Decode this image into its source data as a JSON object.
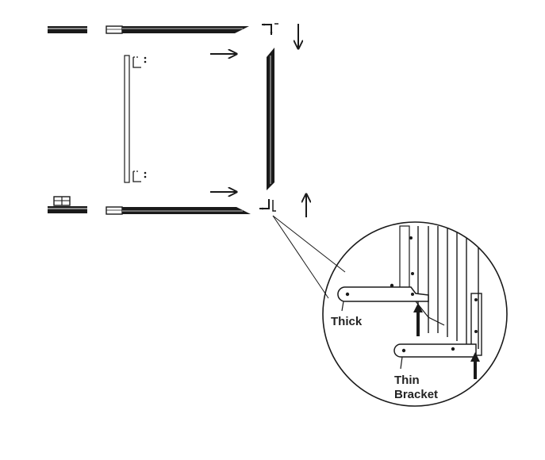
{
  "labels": {
    "thick": "Thick",
    "thin_line1": "Thin",
    "thin_line2": "Bracket"
  },
  "colors": {
    "ink": "#1a1a1a",
    "paper": "#ffffff",
    "grey": "#777777"
  },
  "arrows": [
    {
      "name": "arrow-right-top-icon",
      "direction": "right"
    },
    {
      "name": "arrow-right-bottom-icon",
      "direction": "right"
    },
    {
      "name": "arrow-down-icon",
      "direction": "down"
    },
    {
      "name": "arrow-up-icon",
      "direction": "up"
    }
  ]
}
